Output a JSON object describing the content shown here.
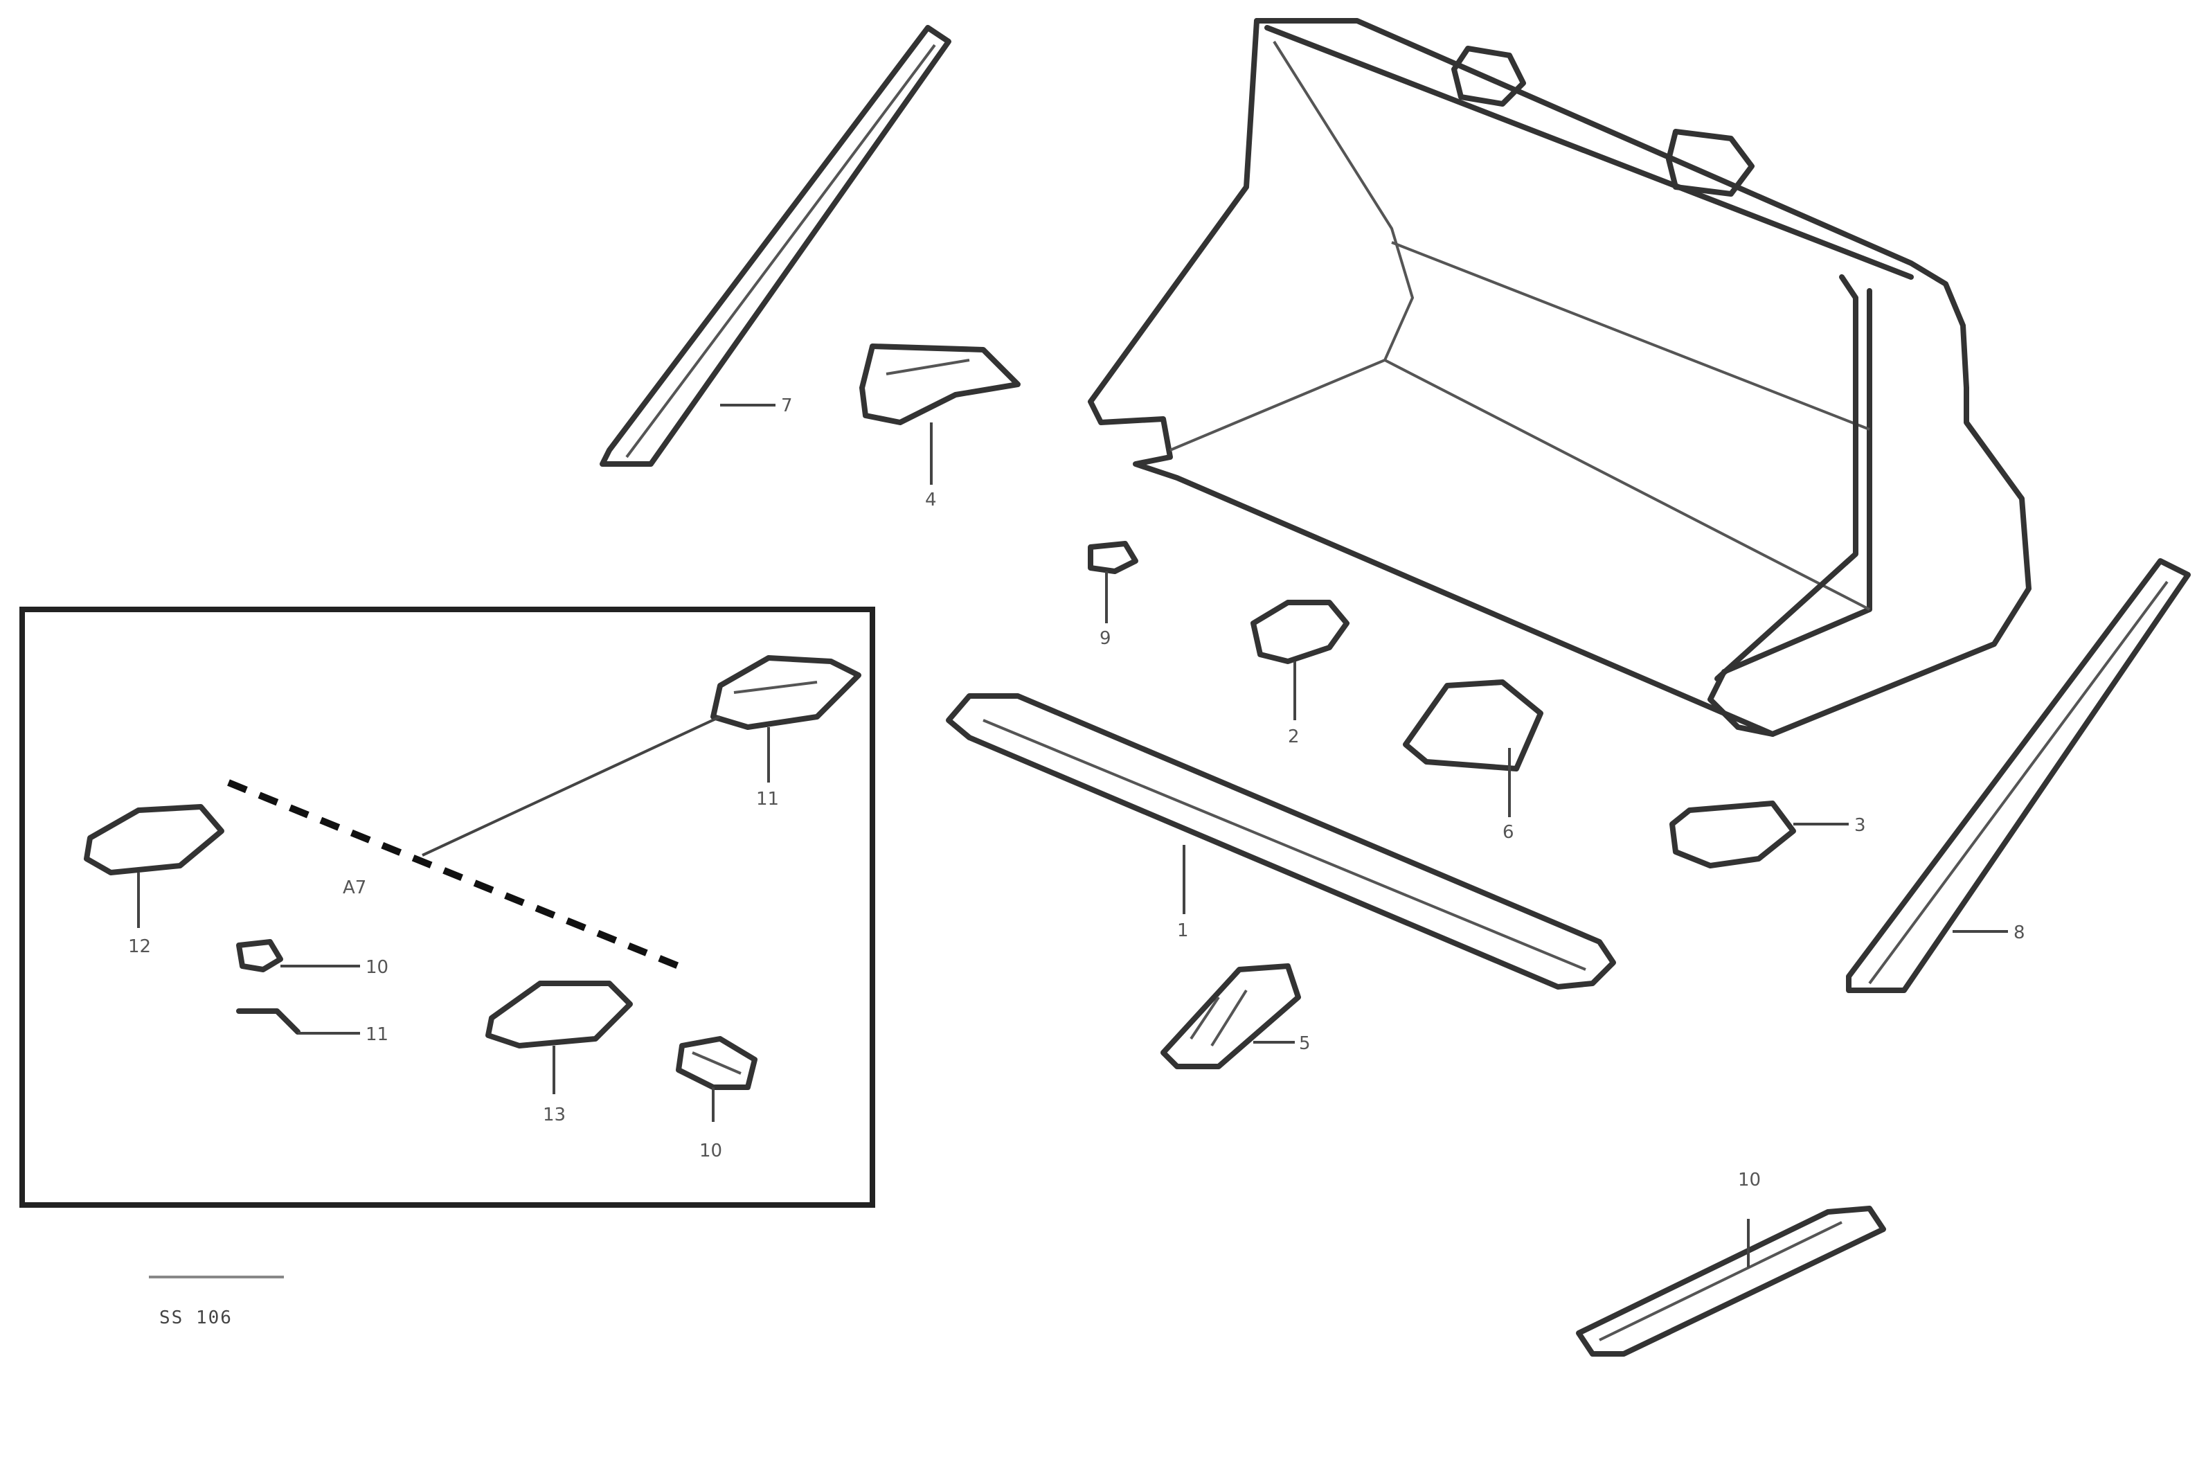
{
  "callouts": {
    "c1": "1",
    "c2": "2",
    "c3": "3",
    "c4": "4",
    "c5": "5",
    "c6": "6",
    "c7": "7",
    "c8": "8",
    "c9": "9",
    "c10_right": "10",
    "c10_inset": "10",
    "c10_inset_b": "10",
    "c11_inset_a": "11",
    "c11_inset_b": "11",
    "c12_inset": "12",
    "c13_inset": "13",
    "inset_marker": "A7"
  },
  "reference_code": "SS 106"
}
